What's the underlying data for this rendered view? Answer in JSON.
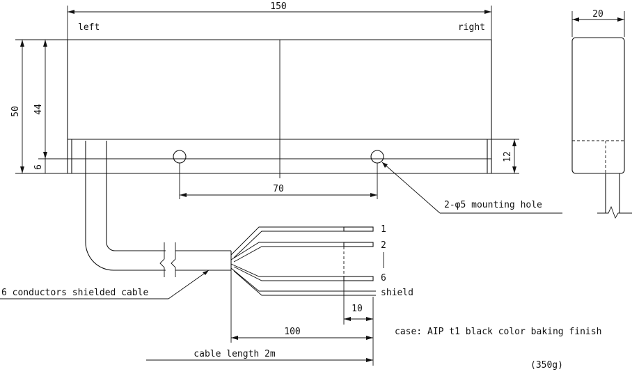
{
  "dimensions": {
    "overall_length": "150",
    "side_width": "20",
    "overall_height": "50",
    "body_height": "44",
    "base_thickness": "6",
    "flange_height": "12",
    "hole_pitch": "70",
    "wire_strip": "10",
    "lead_length": "100"
  },
  "labels": {
    "left": "left",
    "right": "right",
    "mounting_hole": "2-φ5 mounting hole",
    "cable_type": "6 conductors shielded cable",
    "cable_length": "cable length 2m",
    "finish": "case: AIP t1 black color baking finish",
    "weight": "(350g)"
  },
  "wires": {
    "w1": "1",
    "w2": "2",
    "w6": "6",
    "shield": "shield"
  }
}
